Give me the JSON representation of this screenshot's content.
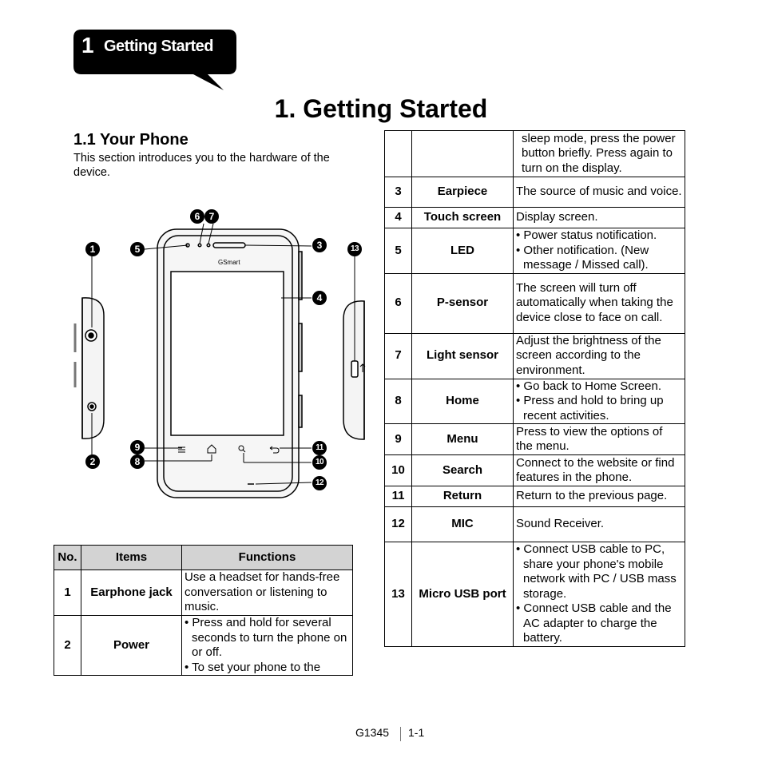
{
  "chapter_badge": {
    "number": "1",
    "label": "Getting Started"
  },
  "page_title": "1. Getting Started",
  "section": {
    "title": "1.1 Your Phone",
    "intro": "This section introduces you to the hardware of the device."
  },
  "diagram": {
    "brand": "GSmart",
    "callouts": [
      "1",
      "2",
      "3",
      "4",
      "5",
      "6",
      "7",
      "8",
      "9",
      "10",
      "11",
      "12",
      "13"
    ]
  },
  "table": {
    "headers": [
      "No.",
      "Items",
      "Functions"
    ],
    "rows": [
      {
        "no": "1",
        "item": "Earphone jack",
        "func": [
          "Use a headset for hands-free conversation or listening to music."
        ]
      },
      {
        "no": "2",
        "item": "Power",
        "func": [
          "• Press and hold for several seconds to turn the phone on or off.",
          "• To set your phone to the"
        ]
      },
      {
        "no": "",
        "item": "",
        "func": [
          "sleep mode, press the power button briefly. Press again to turn on the display."
        ]
      },
      {
        "no": "3",
        "item": "Earpiece",
        "func": [
          "The source of music and voice."
        ]
      },
      {
        "no": "4",
        "item": "Touch screen",
        "func": [
          "Display screen."
        ]
      },
      {
        "no": "5",
        "item": "LED",
        "func": [
          "• Power status notification.",
          "• Other notification. (New message / Missed call)."
        ]
      },
      {
        "no": "6",
        "item": "P-sensor",
        "func": [
          "The screen will turn off automatically when taking the device close to face on call."
        ]
      },
      {
        "no": "7",
        "item": "Light sensor",
        "func": [
          "Adjust the brightness of the screen according to the environment."
        ]
      },
      {
        "no": "8",
        "item": "Home",
        "func": [
          "• Go back to Home Screen.",
          "• Press and hold to bring up recent activities."
        ]
      },
      {
        "no": "9",
        "item": "Menu",
        "func": [
          "Press to view the options of the menu."
        ]
      },
      {
        "no": "10",
        "item": "Search",
        "func": [
          "Connect to the website or find features in the phone."
        ]
      },
      {
        "no": "11",
        "item": "Return",
        "func": [
          "Return to the previous page."
        ]
      },
      {
        "no": "12",
        "item": "MIC",
        "func": [
          "Sound Receiver."
        ]
      },
      {
        "no": "13",
        "item": "Micro USB port",
        "func": [
          "• Connect USB cable to PC, share your phone's mobile network with PC / USB mass storage.",
          "• Connect USB cable and the AC adapter to charge the battery."
        ]
      }
    ]
  },
  "footer": {
    "model": "G1345",
    "page": "1-1"
  }
}
